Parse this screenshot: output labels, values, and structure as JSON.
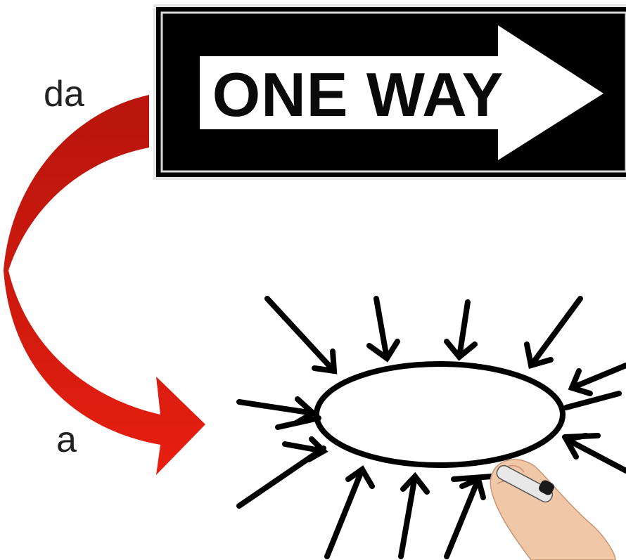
{
  "labels": {
    "from": "da",
    "to": "a"
  },
  "sign": {
    "text": "ONE WAY",
    "background": "#000000",
    "arrow_color": "#ffffff"
  },
  "arrow": {
    "color_top": "#b8150c",
    "color_bottom": "#e81f10"
  },
  "illustration": {
    "name": "ellipse-with-converging-arrows",
    "hand": "hand-holding-marker"
  }
}
